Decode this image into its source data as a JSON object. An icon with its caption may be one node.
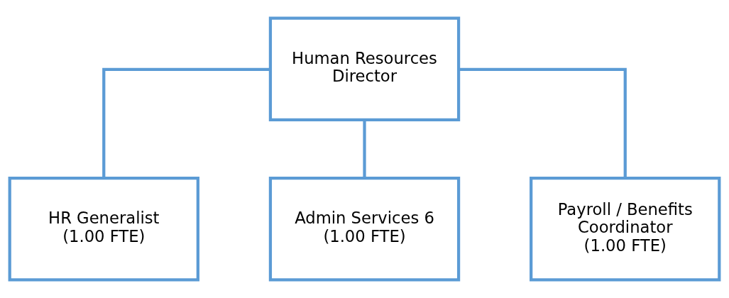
{
  "diagram": {
    "nodes": [
      {
        "text": [
          "Human Resources Director"
        ]
      },
      {
        "text": [
          "HR Generalist",
          "(1.00 FTE)"
        ]
      },
      {
        "text": [
          "Admin Services 6",
          "(1.00 FTE)"
        ]
      },
      {
        "text": [
          "Payroll / Benefits Coordinator",
          "(1.00 FTE)"
        ]
      }
    ],
    "edges": [
      {
        "from": 0,
        "to": 1,
        "arrow": "none"
      },
      {
        "from": 0,
        "to": 2,
        "arrow": "none"
      },
      {
        "from": 0,
        "to": 3,
        "arrow": "none"
      }
    ]
  }
}
